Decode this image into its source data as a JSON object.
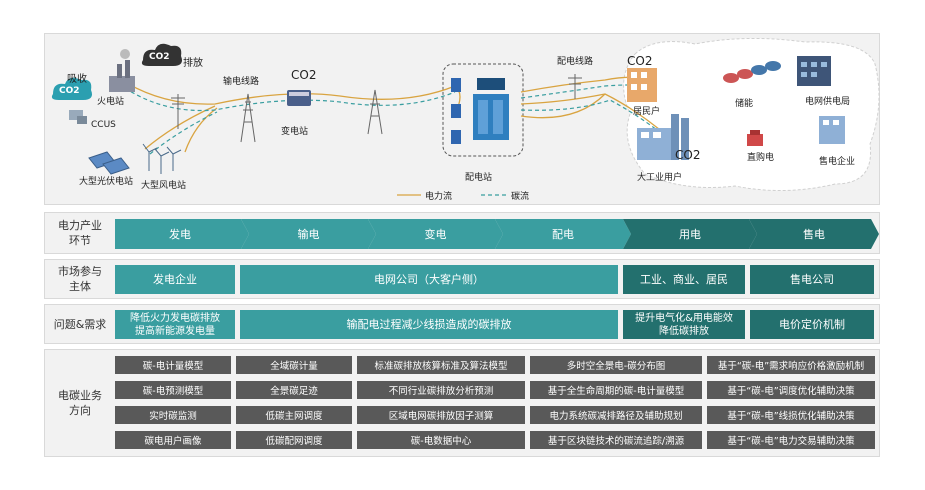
{
  "diagram": {
    "labels": {
      "absorb": "吸收",
      "emit": "排放",
      "thermal": "火电站",
      "ccus": "CCUS",
      "solar": "大型光伏电站",
      "wind": "大型风电站",
      "transmission_line": "输电线路",
      "substation": "变电站",
      "distribution_station": "配电站",
      "distribution_line": "配电线路",
      "resident": "居民户",
      "industrial": "大工业用户",
      "storage": "储能",
      "grid_bureau": "电网供电局",
      "direct_buy": "直购电",
      "retail": "售电企业",
      "co2_a": "CO2",
      "co2_b": "CO2",
      "co2_c": "CO2",
      "co2_d": "CO2",
      "co2_e": "CO2"
    },
    "legend": {
      "power_flow": "电力流",
      "carbon_flow": "碳流"
    },
    "colors": {
      "power_flow": "#d9a441",
      "carbon_flow": "#3a9ea0"
    }
  },
  "rows": {
    "chain": {
      "label_line1": "电力产业",
      "label_line2": "环节",
      "stages": [
        "发电",
        "输电",
        "变电",
        "配电",
        "用电",
        "售电"
      ]
    },
    "market": {
      "label_line1": "市场参与",
      "label_line2": "主体",
      "gen": "发电企业",
      "grid": "电网公司（大客户侧）",
      "users": "工业、商业、居民",
      "sales": "售电公司"
    },
    "issues": {
      "label": "问题&需求",
      "gen_line1": "降低火力发电碳排放",
      "gen_line2": "提高新能源发电量",
      "grid": "输配电过程减少线损造成的碳排放",
      "use_line1": "提升电气化&用电能效",
      "use_line2": "降低碳排放",
      "sales": "电价定价机制"
    },
    "directions": {
      "label_line1": "电碳业务",
      "label_line2": "方向",
      "columns": [
        [
          "碳-电计量模型",
          "碳-电预测模型",
          "实时碳监测",
          "碳电用户画像"
        ],
        [
          "全域碳计量",
          "全景碳足迹",
          "低碳主网调度",
          "低碳配网调度"
        ],
        [
          "标准碳排放核算标准及算法模型",
          "不同行业碳排放分析预测",
          "区域电网碳排放因子测算",
          "碳-电数据中心"
        ],
        [
          "多时空全景电-碳分布图",
          "基于全生命周期的碳-电计量模型",
          "电力系统碳减排路径及辅助规划",
          "基于区块链技术的碳流追踪/溯源"
        ],
        [
          "基于“碳-电”需求响应价格激励机制",
          "基于“碳-电”调度优化辅助决策",
          "基于“碳-电”线损优化辅助决策",
          "基于“碳-电”电力交易辅助决策"
        ]
      ]
    }
  }
}
